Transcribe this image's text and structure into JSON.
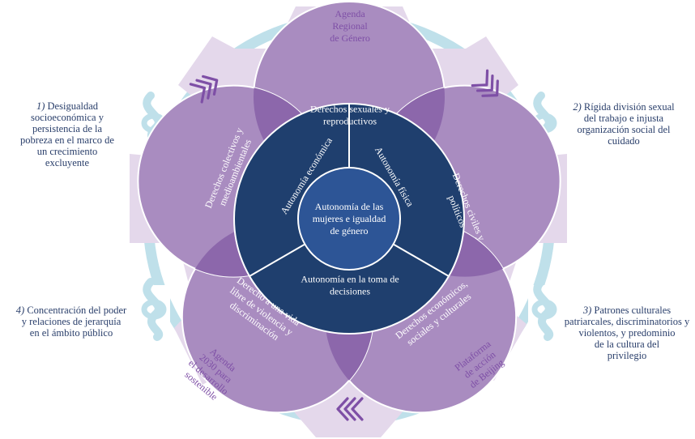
{
  "colors": {
    "gear": "#e4d8eb",
    "ring": "#bfe0ea",
    "petal": "#a98cc0",
    "petal_overlap": "#8c67ab",
    "inner_ring": "#1f3f6e",
    "center": "#2d5596",
    "chevron": "#7e4fa6",
    "gear_text": "#7e4fa6",
    "side_text": "#2a3f6b"
  },
  "center": {
    "lines": [
      "Autonomía de las",
      "mujeres e igualdad",
      "de género"
    ]
  },
  "autonomies": [
    {
      "id": "economica",
      "lines": [
        "Autonomía económica"
      ]
    },
    {
      "id": "fisica",
      "lines": [
        "Autonomía física"
      ]
    },
    {
      "id": "toma-decisiones",
      "lines": [
        "Autonomía en la toma de",
        "decisiones"
      ]
    }
  ],
  "rights": [
    {
      "id": "sexuales",
      "lines": [
        "Derechos sexuales y",
        "reproductivos"
      ]
    },
    {
      "id": "civiles",
      "lines": [
        "Derechos civiles y",
        "políticos"
      ]
    },
    {
      "id": "economicos",
      "lines": [
        "Derechos económicos,",
        "sociales y culturales"
      ]
    },
    {
      "id": "violencia",
      "lines": [
        "Derecho a una vida",
        "libre de violencia y",
        "discriminación"
      ]
    },
    {
      "id": "colectivos",
      "lines": [
        "Derechos colectivos y",
        "medioambientales"
      ]
    }
  ],
  "agendas": [
    {
      "id": "regional",
      "lines": [
        "Agenda",
        "Regional",
        "de Género"
      ]
    },
    {
      "id": "beijing",
      "lines": [
        "Plataforma",
        "de acción",
        "de Beijing"
      ]
    },
    {
      "id": "agenda2030",
      "lines": [
        "Agenda",
        "2030 para",
        "el desarrollo",
        "sostenible"
      ]
    }
  ],
  "challenges": [
    {
      "num": "1)",
      "lines": [
        "Desigualdad",
        "socioeconómica y",
        "persistencia de la",
        "pobreza en el marco de",
        "un crecimiento",
        "excluyente"
      ]
    },
    {
      "num": "2)",
      "lines": [
        "Rígida división sexual",
        "del trabajo e injusta",
        "organización social del",
        "cuidado"
      ]
    },
    {
      "num": "3)",
      "lines": [
        "Patrones culturales",
        "patriarcales, discriminatorios y",
        "violentos, y predominio",
        "de la cultura del",
        "privilegio"
      ]
    },
    {
      "num": "4)",
      "lines": [
        "Concentración del poder",
        "y relaciones de jerarquía",
        "en el ámbito público"
      ]
    }
  ],
  "icons": {
    "chevrons": [
      "chevron-right-icon",
      "chevron-right-icon",
      "chevron-left-icon"
    ],
    "knots": [
      "knot-icon",
      "knot-icon",
      "knot-icon",
      "knot-icon"
    ]
  }
}
